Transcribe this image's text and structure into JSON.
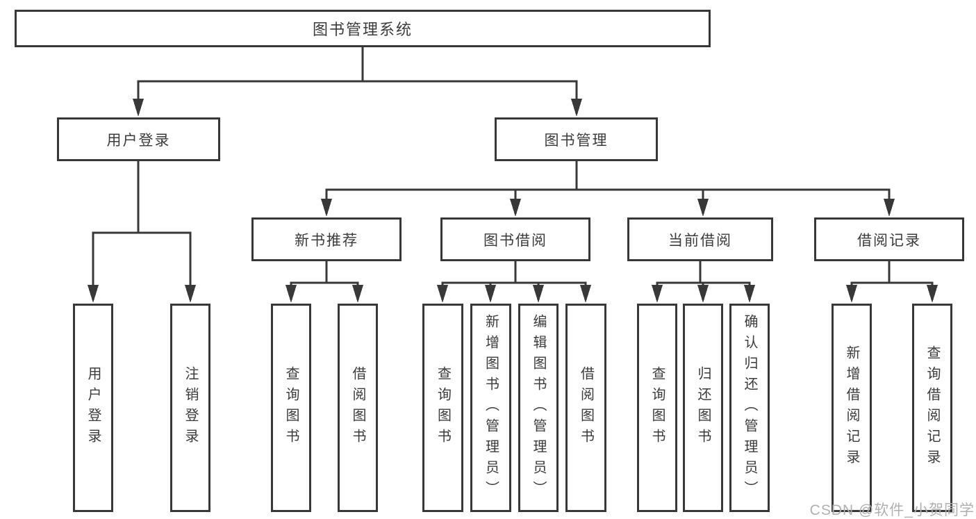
{
  "diagram_title": "图书管理系统",
  "colors": {
    "line": "#383838",
    "text": "#3b3b3b",
    "background": "#ffffff",
    "watermark": "#b0b0b0"
  },
  "watermark": {
    "text": "CSDN @软件_小贺同学"
  },
  "nodes": {
    "root": {
      "label": "图书管理系统"
    },
    "user_login": {
      "label": "用户登录"
    },
    "book_mgmt": {
      "label": "图书管理"
    },
    "new_books": {
      "label": "新书推荐"
    },
    "book_borrow": {
      "label": "图书借阅"
    },
    "current_borrow": {
      "label": "当前借阅"
    },
    "borrow_records": {
      "label": "借阅记录"
    },
    "leaf_user_login": {
      "label": "用户登录"
    },
    "leaf_logout": {
      "label": "注销登录"
    },
    "leaf_query_books_new": {
      "label": "查询图书"
    },
    "leaf_borrow_books_new": {
      "label": "借阅图书"
    },
    "leaf_query_books_borrow": {
      "label": "查询图书"
    },
    "leaf_add_books": {
      "label": "新增图书（管理员）"
    },
    "leaf_edit_books": {
      "label": "编辑图书（管理员）"
    },
    "leaf_borrow_books_borrow": {
      "label": "借阅图书"
    },
    "leaf_query_books_current": {
      "label": "查询图书"
    },
    "leaf_return_books": {
      "label": "归还图书"
    },
    "leaf_confirm_return": {
      "label": "确认归还（管理员）"
    },
    "leaf_add_record": {
      "label": "新增借阅记录"
    },
    "leaf_query_record": {
      "label": "查询借阅记录"
    }
  },
  "hierarchy": [
    {
      "parent": "图书管理系统",
      "children": [
        "用户登录",
        "图书管理"
      ]
    },
    {
      "parent": "用户登录",
      "children": [
        "用户登录",
        "注销登录"
      ]
    },
    {
      "parent": "图书管理",
      "children": [
        "新书推荐",
        "图书借阅",
        "当前借阅",
        "借阅记录"
      ]
    },
    {
      "parent": "新书推荐",
      "children": [
        "查询图书",
        "借阅图书"
      ]
    },
    {
      "parent": "图书借阅",
      "children": [
        "查询图书",
        "新增图书（管理员）",
        "编辑图书（管理员）",
        "借阅图书"
      ]
    },
    {
      "parent": "当前借阅",
      "children": [
        "查询图书",
        "归还图书",
        "确认归还（管理员）"
      ]
    },
    {
      "parent": "借阅记录",
      "children": [
        "新增借阅记录",
        "查询借阅记录"
      ]
    }
  ]
}
